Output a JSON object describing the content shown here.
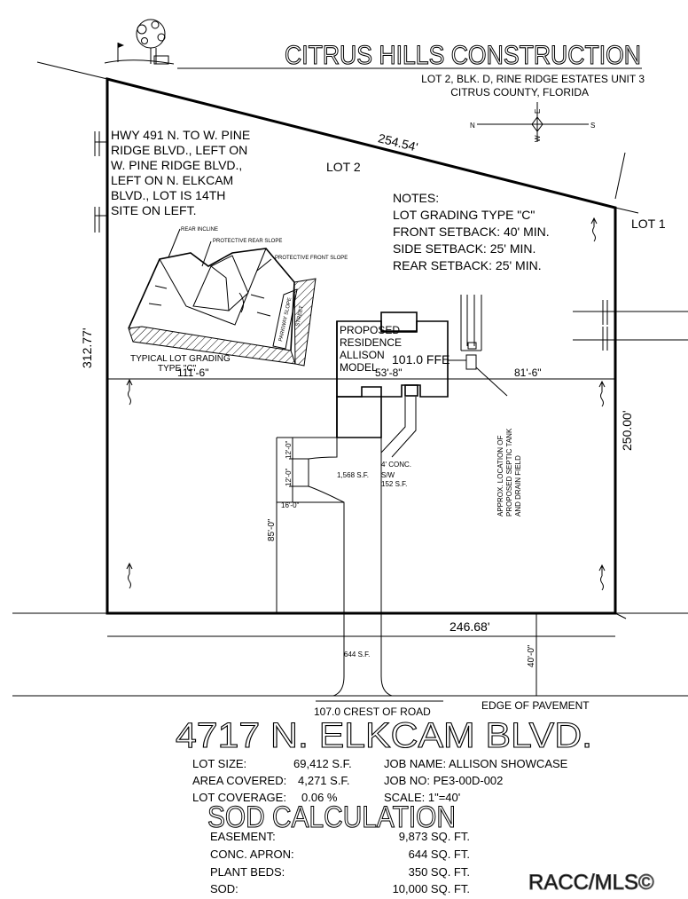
{
  "header": {
    "company": "CITRUS HILLS CONSTRUCTION",
    "legal_line1": "LOT 2, BLK. D, RINE RIDGE ESTATES UNIT 3",
    "legal_line2": "CITRUS COUNTY, FLORIDA"
  },
  "compass": {
    "n": "N",
    "e": "E",
    "w": "W",
    "s": "S"
  },
  "directions": [
    "HWY 491 N. TO W. PINE",
    "RIDGE BLVD., LEFT ON",
    "W. PINE RIDGE BLVD.,",
    "LEFT ON N. ELKCAM",
    "BLVD., LOT IS 14TH",
    "SITE ON LEFT."
  ],
  "lot_labels": {
    "lot2": "LOT 2",
    "lot1": "LOT 1"
  },
  "dimensions": {
    "rear": "254.54'",
    "front": "246.68'",
    "left": "312.77'",
    "right": "250.00'",
    "left_setback": "111'-6\"",
    "house_width": "53'-8\"",
    "right_setback": "81'-6\"",
    "front_setback": "85'-0\"",
    "drive_12a": "12'-0\"",
    "drive_12b": "12'-0\"",
    "drive_16": "16'-0\"",
    "row_40": "40'-0\""
  },
  "notes": [
    "NOTES:",
    "LOT GRADING TYPE \"C\"",
    "FRONT SETBACK: 40' MIN.",
    "SIDE SETBACK: 25' MIN.",
    "REAR SETBACK: 25' MIN."
  ],
  "grading_diagram": {
    "rear_incline": "REAR INCLINE",
    "protective_rear_slope": "PROTECTIVE REAR SLOPE",
    "protective_front_slope": "PROTECTIVE FRONT SLOPE",
    "parkway_slope": "PARKWAY SLOPE",
    "street": "STREET",
    "caption_line1": "TYPICAL LOT GRADING",
    "caption_line2": "TYPE \"C\""
  },
  "house": {
    "label_lines": [
      "PROPOSED",
      "RESIDENCE",
      "ALLISON",
      "MODEL"
    ],
    "ffe": "101.0 FFE"
  },
  "driveway": {
    "area": "1,568 S.F.",
    "apron_area": "644 S.F."
  },
  "sidewalk": {
    "lines": [
      "4' CONC.",
      "S/W",
      "152 S.F."
    ]
  },
  "septic": {
    "lines": [
      "APPROX. LOCATION OF",
      "PROPOSED SEPTIC TANK",
      "AND DRAIN FIELD"
    ]
  },
  "road": {
    "crest": "107.0 CREST OF ROAD",
    "edge": "EDGE OF PAVEMENT",
    "address": "4717 N. ELKCAM BLVD."
  },
  "lot_info": {
    "lot_size_label": "LOT SIZE:",
    "lot_size": "69,412 S.F.",
    "area_covered_label": "AREA COVERED:",
    "area_covered": "4,271 S.F.",
    "lot_coverage_label": "LOT COVERAGE:",
    "lot_coverage": "0.06 %",
    "job_name": "JOB NAME: ALLISON SHOWCASE",
    "job_no": "JOB NO: PE3-00D-002",
    "scale": "SCALE: 1\"=40'"
  },
  "sod": {
    "title": "SOD CALCULATION",
    "rows": [
      {
        "label": "EASEMENT:",
        "value": "9,873 SQ. FT."
      },
      {
        "label": "CONC. APRON:",
        "value": "644 SQ. FT."
      },
      {
        "label": "PLANT BEDS:",
        "value": "350 SQ. FT."
      },
      {
        "label": "SOD:",
        "value": "10,000 SQ. FT."
      }
    ]
  },
  "watermark": "RACC/MLS©",
  "icons": [
    "tree-golf-logo-icon",
    "compass-rose-icon"
  ]
}
